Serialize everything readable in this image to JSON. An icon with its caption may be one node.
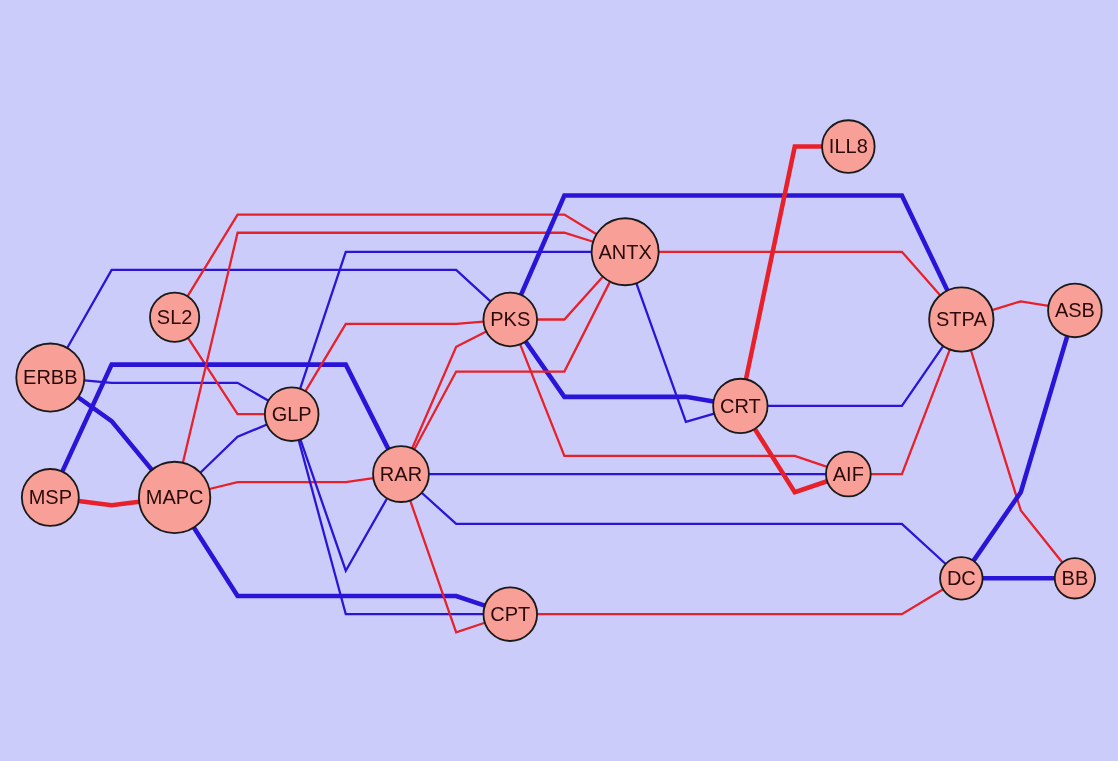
{
  "diagram": {
    "nodes": [
      {
        "text": [
          "ERBB"
        ]
      },
      {
        "text": [
          "SL2"
        ]
      },
      {
        "text": [
          "MSP"
        ]
      },
      {
        "text": [
          "MAPC"
        ]
      },
      {
        "text": [
          "GLP"
        ]
      },
      {
        "text": [
          "PKS"
        ]
      },
      {
        "text": [
          "ANTX"
        ]
      },
      {
        "text": [
          "RAR"
        ]
      },
      {
        "text": [
          "CRT"
        ]
      },
      {
        "text": [
          "ILL8"
        ]
      },
      {
        "text": [
          "AIF"
        ]
      },
      {
        "text": [
          "CPT"
        ]
      },
      {
        "text": [
          "STPA"
        ]
      },
      {
        "text": [
          "DC"
        ]
      },
      {
        "text": [
          "ASB"
        ]
      },
      {
        "text": [
          "BB"
        ]
      }
    ],
    "edges": [
      {
        "from": 0,
        "to": 3,
        "arrow": "none",
        "style": "thick",
        "color": "#2a14d8"
      },
      {
        "from": 0,
        "to": 4,
        "arrow": "none",
        "color": "#2a14d8"
      },
      {
        "from": 0,
        "to": 5,
        "arrow": "none",
        "color": "#2a14d8"
      },
      {
        "from": 1,
        "to": 4,
        "arrow": "none",
        "color": "#e8202a"
      },
      {
        "from": 1,
        "to": 6,
        "arrow": "none",
        "color": "#e8202a"
      },
      {
        "from": 2,
        "to": 3,
        "arrow": "none",
        "style": "thick",
        "color": "#e8202a"
      },
      {
        "from": 2,
        "to": 7,
        "arrow": "none",
        "style": "thick",
        "color": "#2a14d8"
      },
      {
        "from": 3,
        "to": 4,
        "arrow": "none",
        "color": "#2a14d8"
      },
      {
        "from": 3,
        "to": 6,
        "arrow": "none",
        "color": "#e8202a"
      },
      {
        "from": 3,
        "to": 7,
        "arrow": "none",
        "color": "#e8202a"
      },
      {
        "from": 3,
        "to": 11,
        "arrow": "none",
        "style": "thick",
        "color": "#2a14d8"
      },
      {
        "from": 4,
        "to": 5,
        "arrow": "none",
        "color": "#e8202a"
      },
      {
        "from": 4,
        "to": 7,
        "arrow": "none",
        "color": "#2a14d8"
      },
      {
        "from": 4,
        "to": 11,
        "arrow": "none",
        "color": "#2a14d8"
      },
      {
        "from": 4,
        "to": 6,
        "arrow": "none",
        "color": "#2a14d8"
      },
      {
        "from": 5,
        "to": 6,
        "arrow": "none",
        "color": "#e8202a"
      },
      {
        "from": 5,
        "to": 8,
        "arrow": "none",
        "style": "thick",
        "color": "#2a14d8"
      },
      {
        "from": 5,
        "to": 10,
        "arrow": "none",
        "color": "#e8202a"
      },
      {
        "from": 5,
        "to": 12,
        "arrow": "none",
        "style": "thick",
        "color": "#2a14d8"
      },
      {
        "from": 6,
        "to": 8,
        "arrow": "none",
        "color": "#2a14d8"
      },
      {
        "from": 6,
        "to": 12,
        "arrow": "none",
        "color": "#e8202a"
      },
      {
        "from": 7,
        "to": 6,
        "arrow": "none",
        "color": "#e8202a"
      },
      {
        "from": 7,
        "to": 5,
        "arrow": "none",
        "color": "#e8202a"
      },
      {
        "from": 7,
        "to": 10,
        "arrow": "none",
        "color": "#2a14d8"
      },
      {
        "from": 7,
        "to": 11,
        "arrow": "none",
        "color": "#e8202a"
      },
      {
        "from": 7,
        "to": 13,
        "arrow": "none",
        "color": "#2a14d8"
      },
      {
        "from": 8,
        "to": 9,
        "arrow": "none",
        "style": "thick",
        "color": "#e8202a"
      },
      {
        "from": 8,
        "to": 10,
        "arrow": "none",
        "style": "thick",
        "color": "#e8202a"
      },
      {
        "from": 8,
        "to": 12,
        "arrow": "none",
        "color": "#2a14d8"
      },
      {
        "from": 10,
        "to": 12,
        "arrow": "none",
        "color": "#e8202a"
      },
      {
        "from": 11,
        "to": 13,
        "arrow": "none",
        "color": "#e8202a"
      },
      {
        "from": 12,
        "to": 14,
        "arrow": "none",
        "color": "#e8202a"
      },
      {
        "from": 12,
        "to": 15,
        "arrow": "none",
        "color": "#e8202a"
      },
      {
        "from": 13,
        "to": 14,
        "arrow": "none",
        "style": "thick",
        "color": "#2a14d8"
      },
      {
        "from": 13,
        "to": 15,
        "arrow": "none",
        "style": "thick",
        "color": "#2a14d8"
      }
    ]
  }
}
